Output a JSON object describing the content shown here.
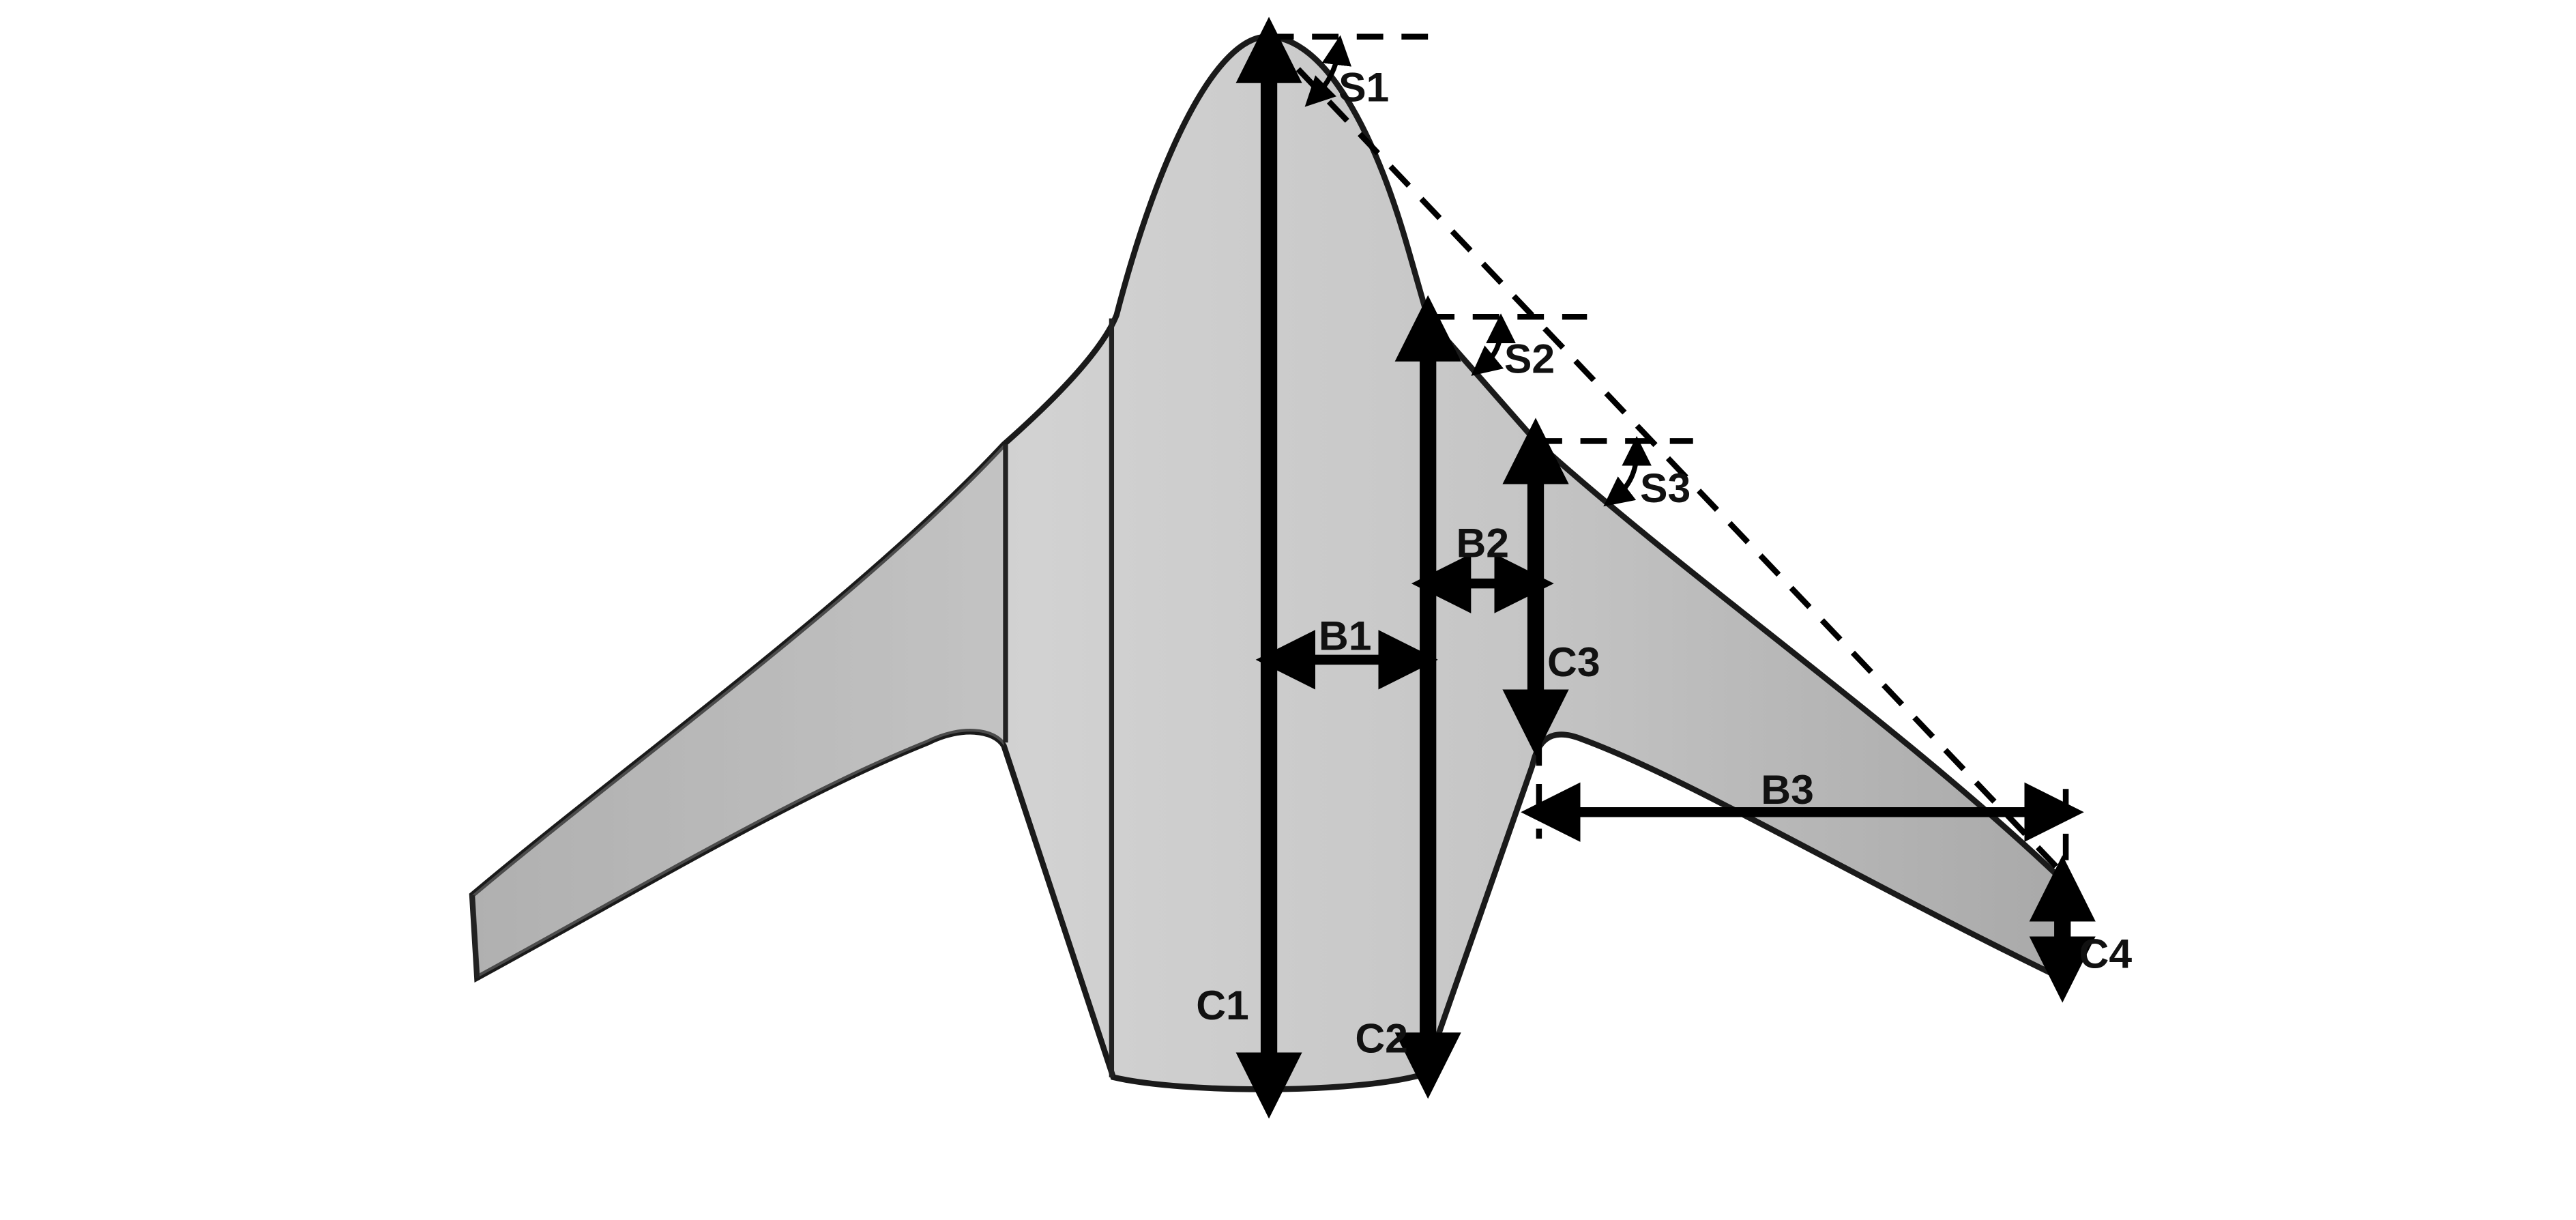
{
  "labels": {
    "s1": "S1",
    "s2": "S2",
    "s3": "S3",
    "b1": "B1",
    "b2": "B2",
    "b3": "B3",
    "c1": "C1",
    "c2": "C2",
    "c3": "C3",
    "c4": "C4"
  },
  "colors": {
    "body_light": "#d6d6d6",
    "body_mid": "#bdbdbd",
    "body_dark": "#9a9a9a",
    "line": "#000000",
    "background": "#ffffff"
  }
}
